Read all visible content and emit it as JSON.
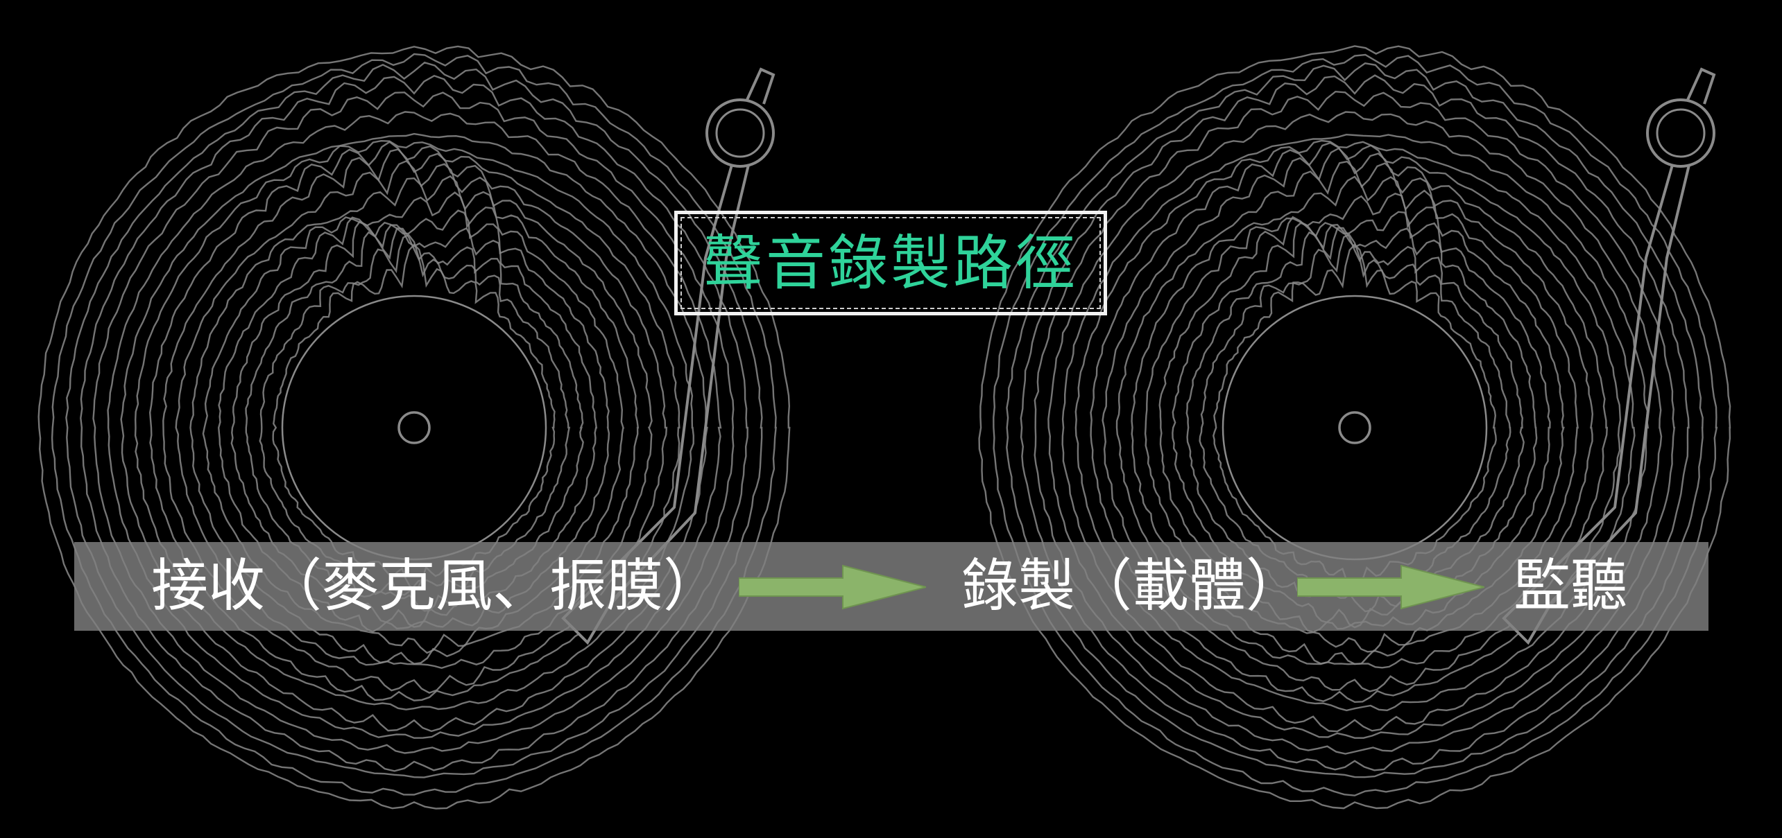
{
  "title": "聲音錄製路徑",
  "flow": {
    "steps": [
      "接收（麥克風、振膜）",
      "錄製（載體）",
      "監聽"
    ],
    "arrow_color": "#8bb46a"
  },
  "colors": {
    "background": "#000000",
    "title_text": "#2fd39a",
    "record_lines": "#8a8a8a",
    "band": "#808080"
  }
}
